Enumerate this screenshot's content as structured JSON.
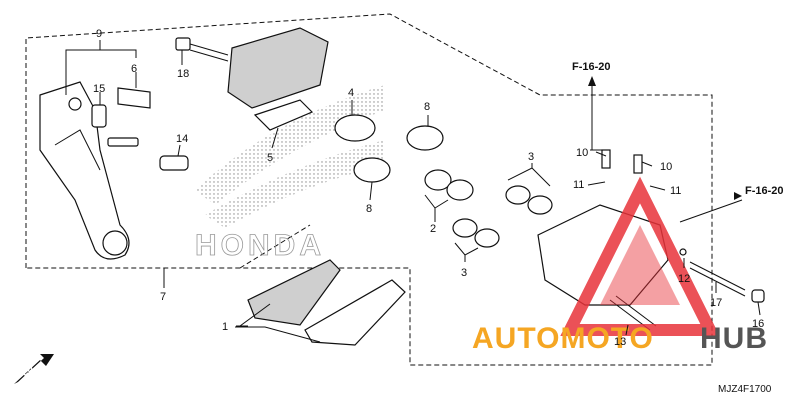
{
  "diagram": {
    "callouts": [
      "1",
      "2",
      "3",
      "3",
      "4",
      "5",
      "6",
      "7",
      "8",
      "8",
      "9",
      "10",
      "10",
      "11",
      "11",
      "12",
      "13",
      "14",
      "15",
      "16",
      "17",
      "18"
    ],
    "refs": [
      "F-16-20",
      "F-16-20"
    ],
    "drawing_code": "MJZ4F1700",
    "direction": "FR.",
    "watermark_text": "HONDA",
    "brand": {
      "part_a": "AUTOMOTO",
      "part_b": "HUB"
    }
  },
  "colors": {
    "brand_orange": "#f5a623",
    "brand_gray": "#555555",
    "logo_red": "#e8333a"
  }
}
